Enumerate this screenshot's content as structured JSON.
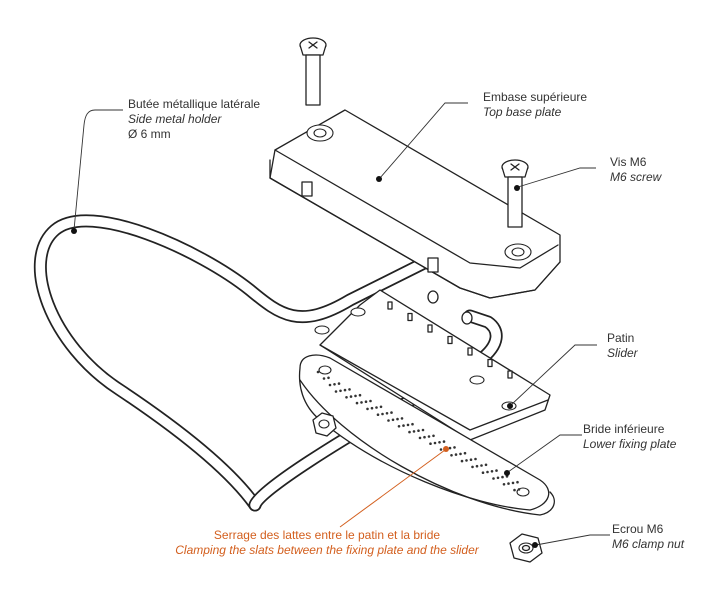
{
  "labels": {
    "side_holder": {
      "fr": "Butée métallique latérale",
      "en": "Side metal holder",
      "dim": "Ø 6 mm"
    },
    "top_plate": {
      "fr": "Embase supérieure",
      "en": "Top base plate"
    },
    "screw": {
      "fr": "Vis M6",
      "en": "M6 screw"
    },
    "slider": {
      "fr": "Patin",
      "en": "Slider"
    },
    "lower_plate": {
      "fr": "Bride inférieure",
      "en": "Lower fixing plate"
    },
    "clamping": {
      "fr": "Serrage des lattes entre le patin et la bride",
      "en": "Clamping the slats between the fixing plate and the slider"
    },
    "nut": {
      "fr": "Ecrou M6",
      "en": "M6 clamp nut"
    }
  },
  "colors": {
    "accent": "#d35f1e",
    "line": "#222222",
    "text": "#333333"
  }
}
